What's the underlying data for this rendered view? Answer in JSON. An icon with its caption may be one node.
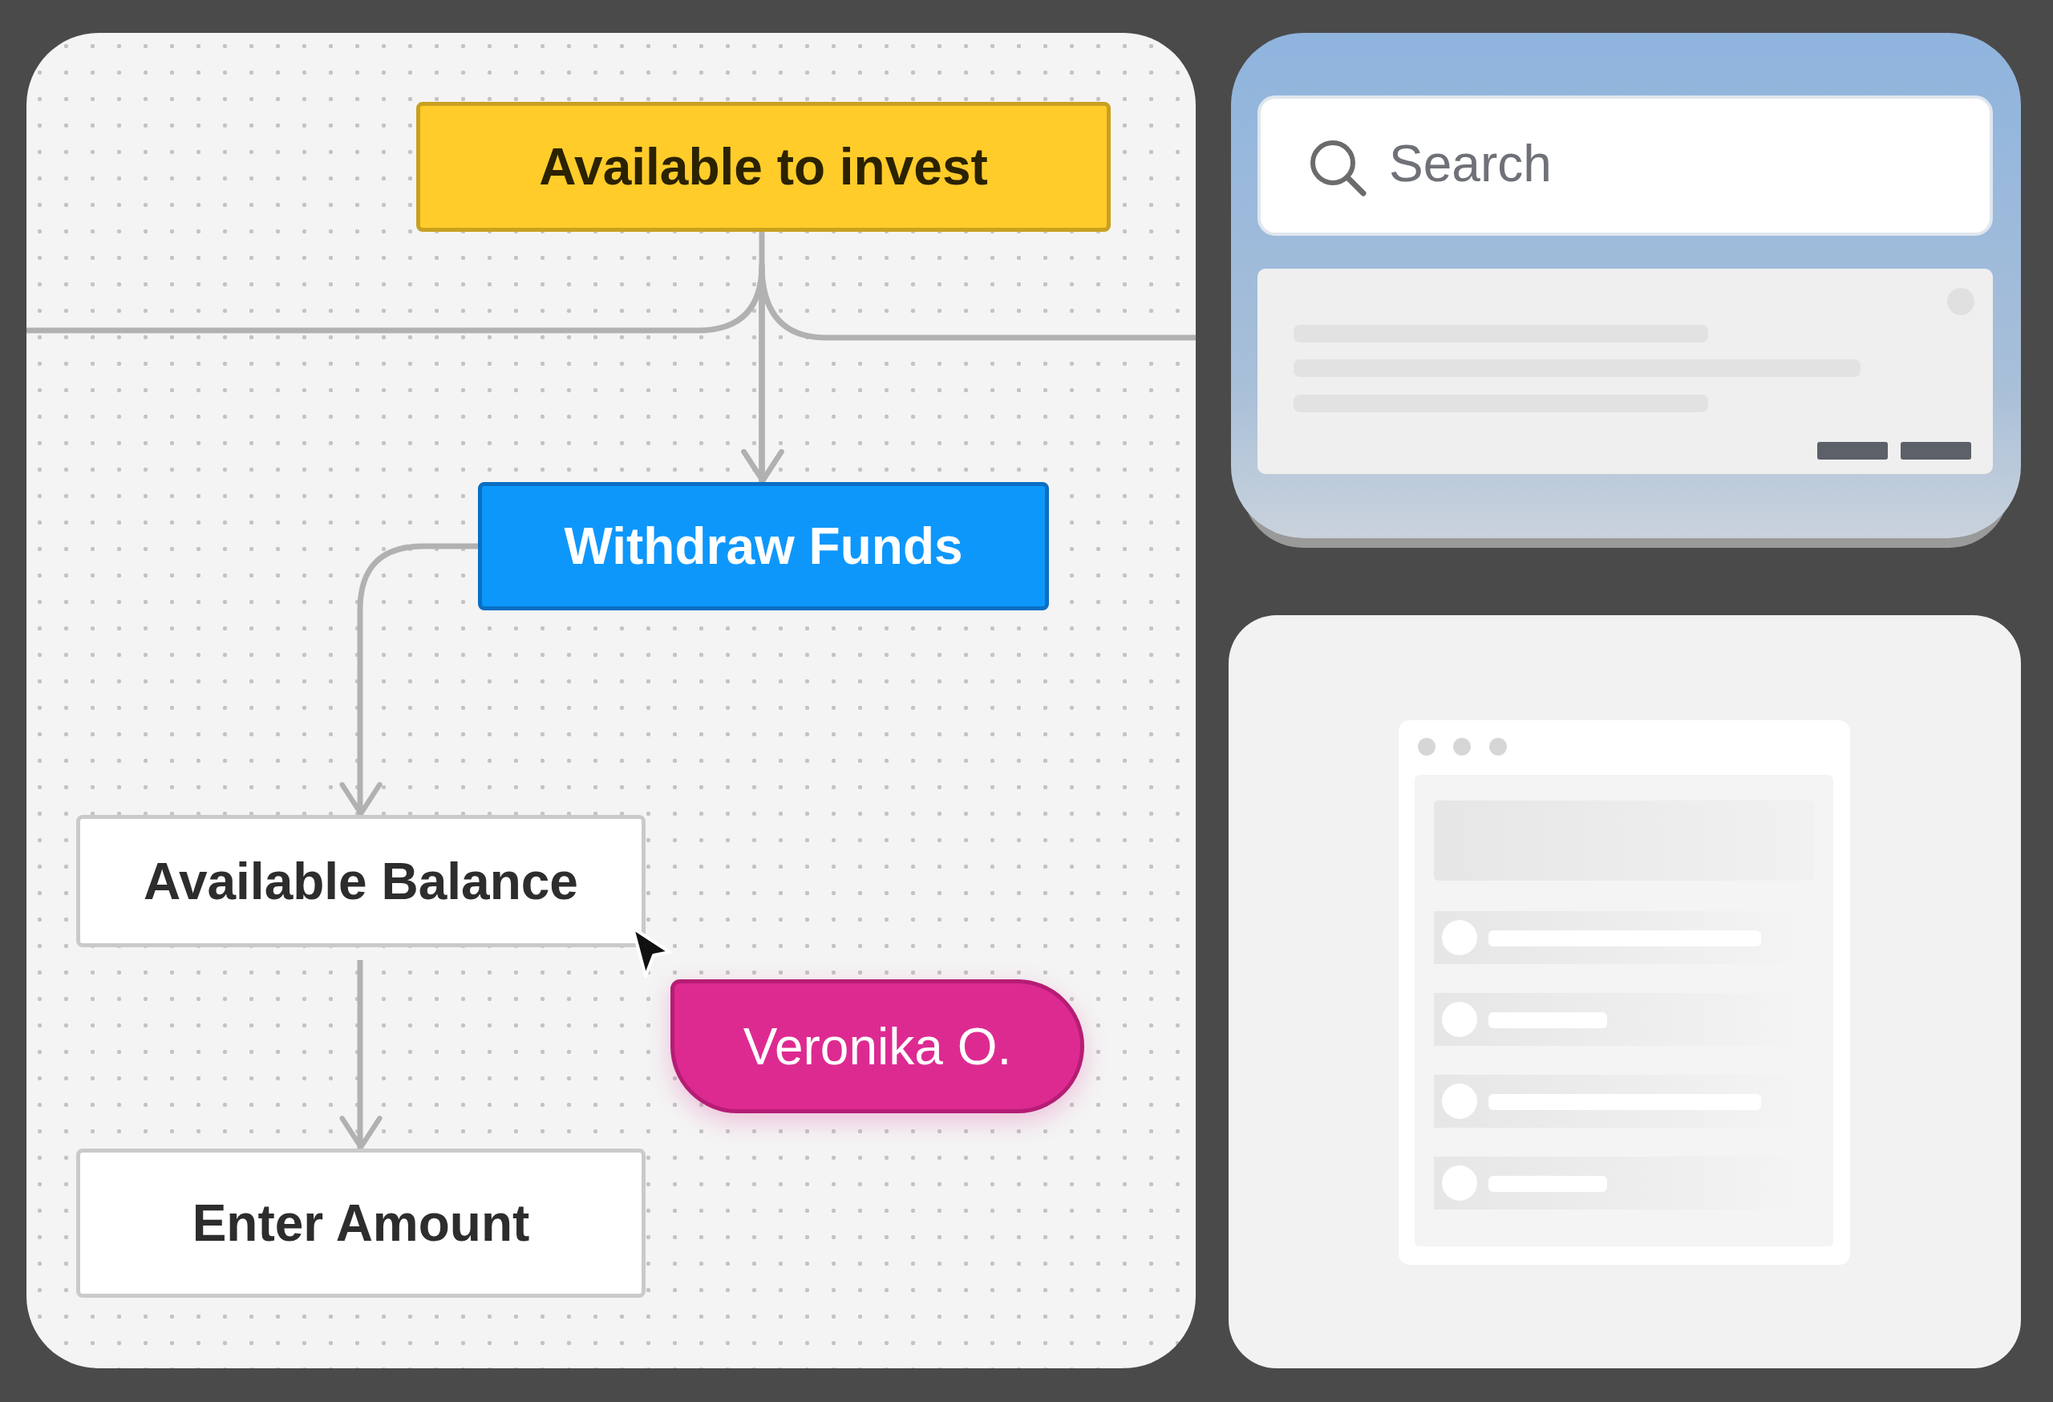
{
  "diagram": {
    "nodes": [
      {
        "text": [
          "Available to invest"
        ]
      },
      {
        "text": [
          "Withdraw Funds"
        ]
      },
      {
        "text": [
          "Available Balance"
        ]
      },
      {
        "text": [
          "Enter Amount"
        ]
      },
      {
        "text": [
          "Veronika O."
        ]
      }
    ],
    "edges": [
      {
        "from": 0,
        "to": 1,
        "arrow": "to"
      },
      {
        "from": null,
        "to": 1,
        "arrow": "to"
      },
      {
        "from": null,
        "to": 1,
        "arrow": "to"
      },
      {
        "from": 1,
        "to": 2,
        "arrow": "to"
      },
      {
        "from": 2,
        "to": 3,
        "arrow": "to"
      }
    ],
    "labels": [
      "Search"
    ]
  }
}
